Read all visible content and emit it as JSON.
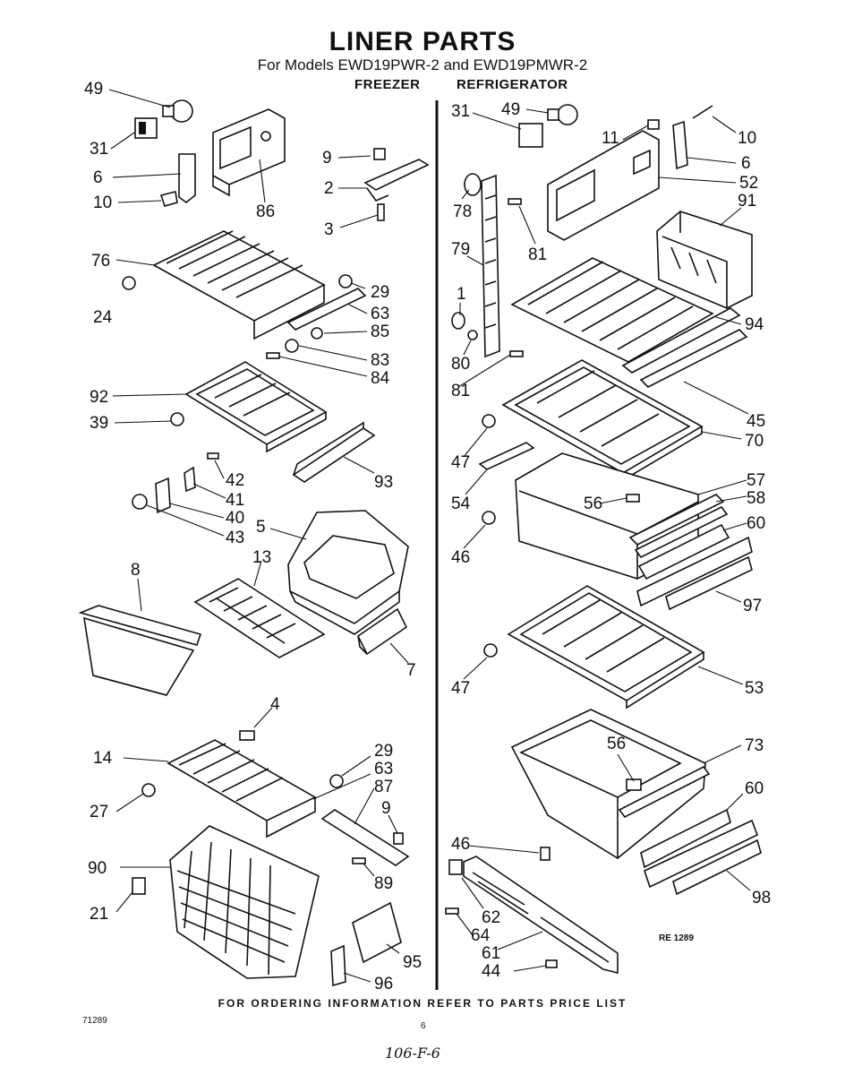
{
  "header": {
    "title": "LINER PARTS",
    "subtitle": "For Models EWD19PWR-2 and EWD19PMWR-2",
    "freezer_label": "FREEZER",
    "refrigerator_label": "REFRIGERATOR"
  },
  "footer": {
    "ordering_note": "FOR ORDERING INFORMATION REFER TO PARTS PRICE LIST",
    "doc_code": "71289",
    "page_number": "6",
    "handwritten": "106-F-6",
    "revision": "RE 1289"
  },
  "freezer_parts": [
    "49",
    "31",
    "6",
    "10",
    "86",
    "9",
    "2",
    "3",
    "76",
    "24",
    "29",
    "63",
    "85",
    "83",
    "84",
    "92",
    "39",
    "93",
    "42",
    "41",
    "40",
    "43",
    "5",
    "8",
    "13",
    "7",
    "4",
    "14",
    "27",
    "29",
    "63",
    "87",
    "9",
    "90",
    "21",
    "89",
    "95",
    "96"
  ],
  "refrigerator_parts": [
    "31",
    "49",
    "11",
    "10",
    "6",
    "52",
    "91",
    "78",
    "79",
    "81",
    "1",
    "80",
    "81",
    "94",
    "45",
    "70",
    "47",
    "54",
    "57",
    "56",
    "58",
    "60",
    "46",
    "97",
    "47",
    "53",
    "56",
    "73",
    "60",
    "46",
    "62",
    "64",
    "61",
    "44",
    "98"
  ]
}
